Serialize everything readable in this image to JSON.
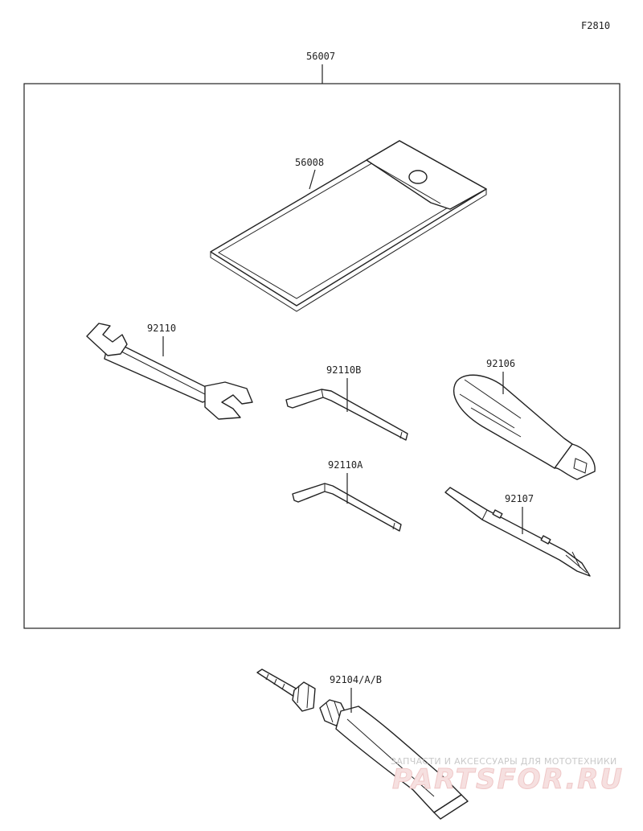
{
  "figure_code": "F2810",
  "labels": {
    "kit": "56007",
    "pouch": "56008",
    "wrench": "92110",
    "hex_key_b": "92110B",
    "hex_key_a": "92110A",
    "screwdriver_handle": "92106",
    "screwdriver_bit": "92107",
    "grease_tube": "92104/A/B"
  },
  "watermark": {
    "caption": "ЗАПЧАСТИ И АКСЕССУАРЫ ДЛЯ МОТОТЕХНИКИ",
    "brand": "PARTSFOR.RU"
  }
}
